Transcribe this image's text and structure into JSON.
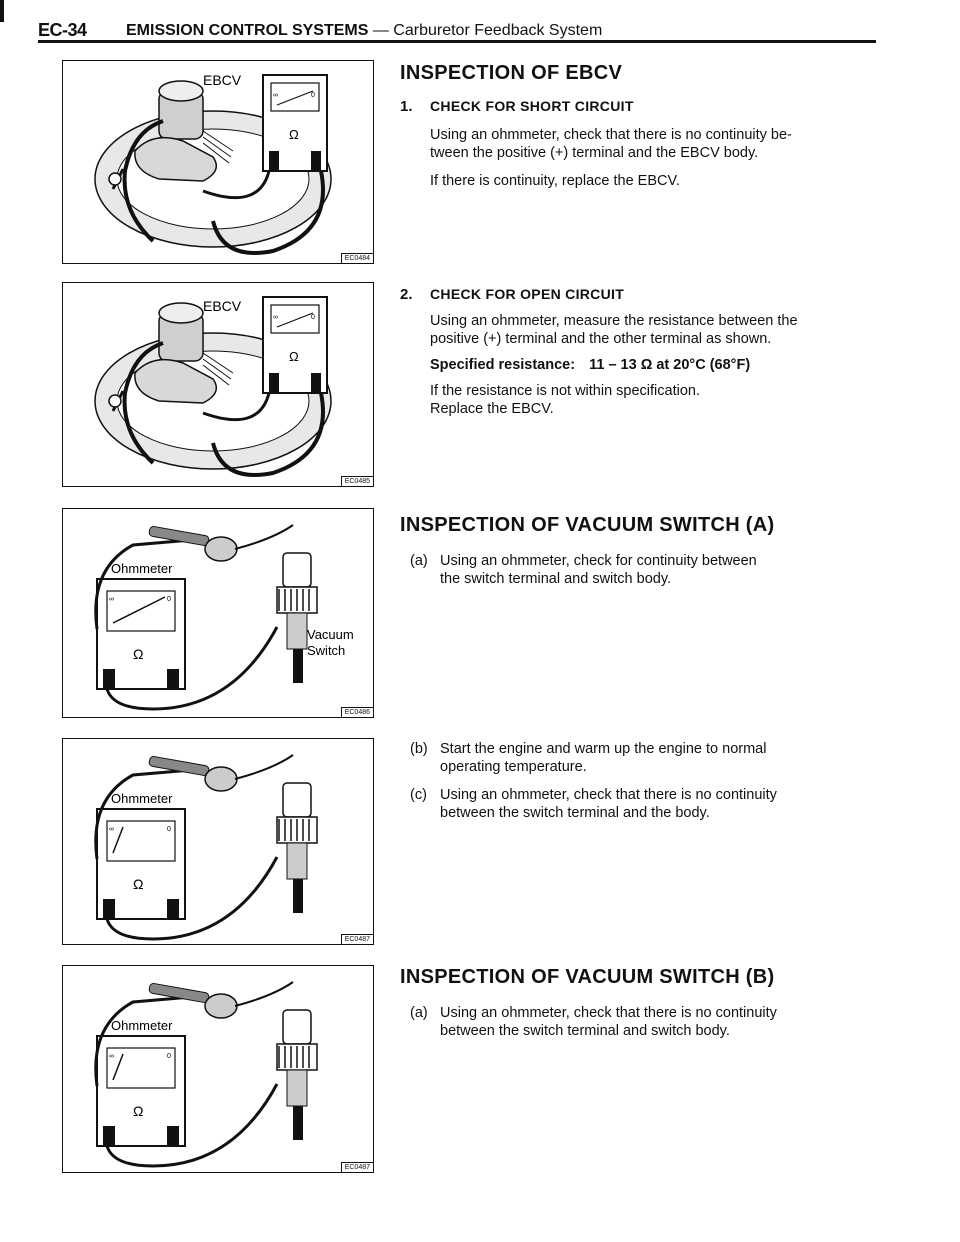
{
  "header": {
    "page_number": "EC-34",
    "title_main": "EMISSION CONTROL SYSTEMS",
    "title_sep": " — ",
    "title_sub": "Carburetor Feedback System"
  },
  "figures": [
    {
      "code": "EC0484",
      "label": "EBCV",
      "omega": "Ω"
    },
    {
      "code": "EC0485",
      "label": "EBCV",
      "omega": "Ω"
    },
    {
      "code": "EC0486",
      "label_meter": "Ohmmeter",
      "label_switch_1": "Vacuum",
      "label_switch_2": "Switch",
      "omega": "Ω"
    },
    {
      "code": "EC0487",
      "label_meter": "Ohmmeter",
      "omega": "Ω"
    },
    {
      "code": "EC0487",
      "label_meter": "Ohmmeter",
      "omega": "Ω"
    }
  ],
  "figure_glyphs": {
    "infinity": "∞",
    "zero": "0"
  },
  "ebcv": {
    "heading": "INSPECTION OF EBCV",
    "step1": {
      "num": "1.",
      "title": "CHECK FOR SHORT CIRCUIT",
      "text_l1": "Using an ohmmeter, check that there is no continuity be-",
      "text_l2": "tween the positive (+) terminal and the EBCV body.",
      "text2": "If there is continuity, replace the EBCV."
    },
    "step2": {
      "num": "2.",
      "title": "CHECK FOR OPEN CIRCUIT",
      "text_l1": "Using an ohmmeter, measure the resistance between the",
      "text_l2": "positive (+) terminal and the other terminal as shown.",
      "spec_label": "Specified resistance:",
      "spec_value": "11 – 13 Ω at 20°C (68°F)",
      "text3_l1": "If the resistance is not within specification.",
      "text3_l2": "Replace the EBCV."
    }
  },
  "vsa": {
    "heading": "INSPECTION OF VACUUM SWITCH (A)",
    "a": {
      "label": "(a)",
      "l1": "Using an ohmmeter, check for continuity between",
      "l2": "the switch terminal and switch body."
    },
    "b": {
      "label": "(b)",
      "l1": "Start the engine and warm up the engine to normal",
      "l2": "operating temperature."
    },
    "c": {
      "label": "(c)",
      "l1": "Using an ohmmeter, check that there is no continuity",
      "l2": "between the switch terminal and the body."
    }
  },
  "vsb": {
    "heading": "INSPECTION OF VACUUM SWITCH (B)",
    "a": {
      "label": "(a)",
      "l1": "Using an ohmmeter, check that there is no continuity",
      "l2": "between the switch terminal and switch body."
    }
  }
}
